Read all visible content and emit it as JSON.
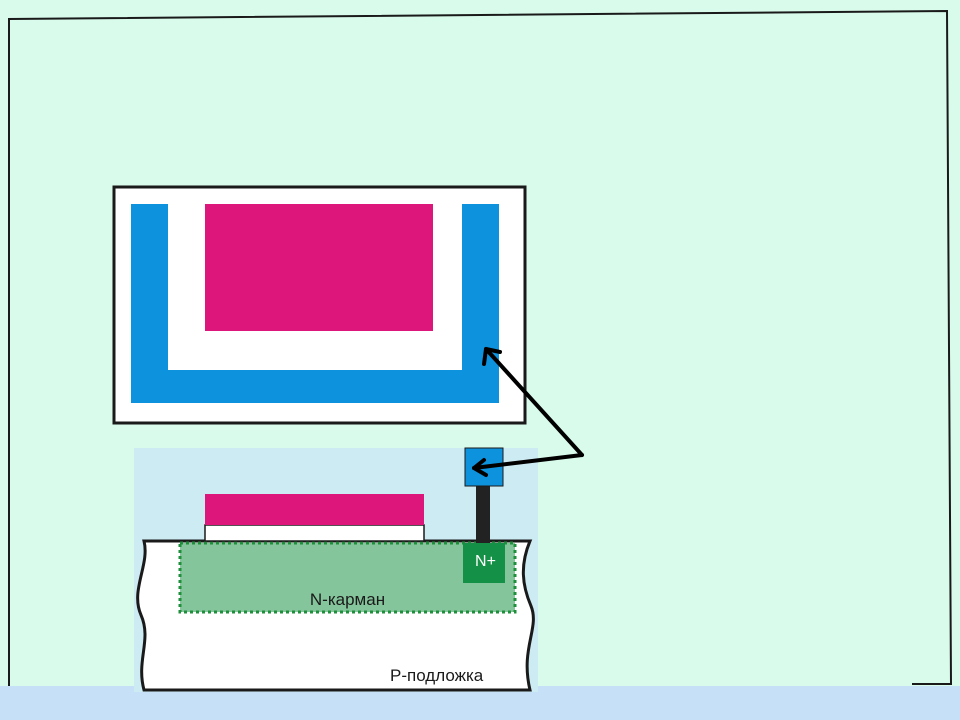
{
  "colors": {
    "page_background": "#c6e0f7",
    "slide_background": "#d9fbeb",
    "frame_line": "#1a1a1a",
    "region_background": "#ccebf3",
    "gate_magenta": "#dd167c",
    "contact_blue": "#0d93dd",
    "n_well_green": "#85c59b",
    "n_well_border": "#1e8f3a",
    "n_plus_green": "#159147",
    "substrate_white": "#ffffff",
    "via_dark": "#222222"
  },
  "labels": {
    "n_plus": "N+",
    "n_well": "N-карман",
    "p_substrate": "Р-подложка"
  }
}
